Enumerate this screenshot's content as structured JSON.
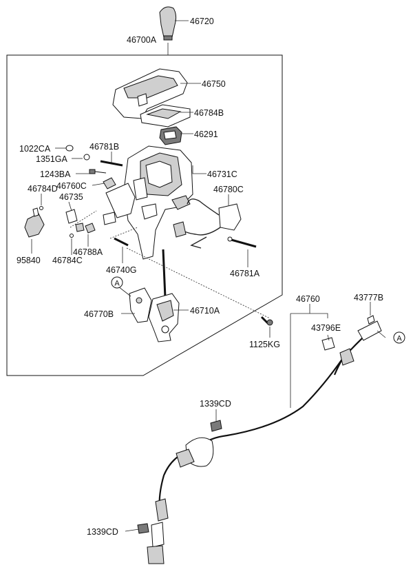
{
  "labels": {
    "l46720": "46720",
    "l46700A": "46700A",
    "l46750": "46750",
    "l46784B": "46784B",
    "l46291": "46291",
    "l1022CA": "1022CA",
    "l46781B": "46781B",
    "l1351GA": "1351GA",
    "l1243BA": "1243BA",
    "l46731C": "46731C",
    "l46784D": "46784D",
    "l46760C": "46760C",
    "l46735": "46735",
    "l46780C": "46780C",
    "l95840": "95840",
    "l46784C": "46784C",
    "l46788A": "46788A",
    "l46740G": "46740G",
    "l46781A": "46781A",
    "l46770B": "46770B",
    "l46710A": "46710A",
    "l1125KG": "1125KG",
    "l46760": "46760",
    "l43777B": "43777B",
    "l43796E": "43796E",
    "l1339CD_a": "1339CD",
    "l1339CD_b": "1339CD"
  },
  "refs": {
    "ref_a1": "A",
    "ref_a2": "A"
  }
}
